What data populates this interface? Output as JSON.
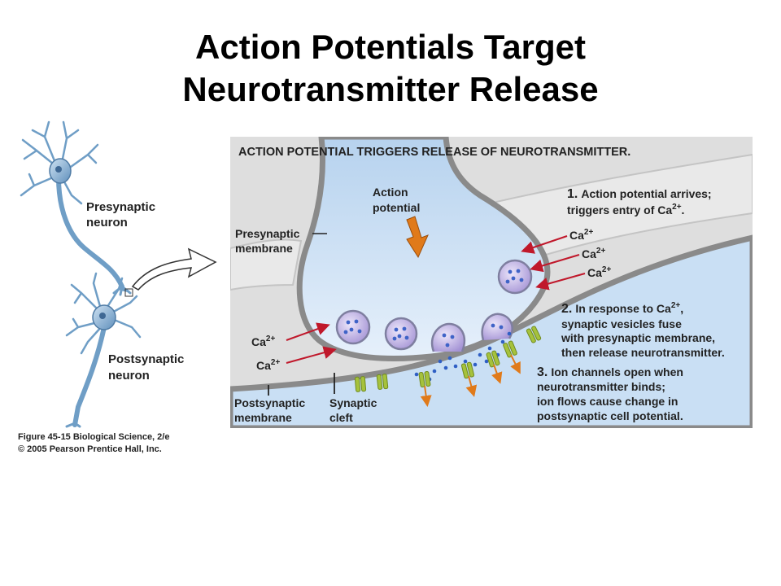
{
  "slide": {
    "title_line1": "Action Potentials Target",
    "title_line2": "Neurotransmitter Release"
  },
  "figure": {
    "heading": "ACTION POTENTIAL TRIGGERS RELEASE OF NEUROTRANSMITTER.",
    "labels": {
      "presynaptic_neuron_1": "Presynaptic",
      "presynaptic_neuron_2": "neuron",
      "postsynaptic_neuron_1": "Postsynaptic",
      "postsynaptic_neuron_2": "neuron",
      "action_potential_1": "Action",
      "action_potential_2": "potential",
      "presynaptic_membrane_1": "Presynaptic",
      "presynaptic_membrane_2": "membrane",
      "postsynaptic_membrane_1": "Postsynaptic",
      "postsynaptic_membrane_2": "membrane",
      "synaptic_cleft_1": "Synaptic",
      "synaptic_cleft_2": "cleft",
      "ion": "Ca",
      "charge": "2+"
    },
    "steps": [
      {
        "number": "1.",
        "lines": [
          "Action potential arrives;",
          "triggers entry of Ca"
        ]
      },
      {
        "number": "2.",
        "lines": [
          "In response to Ca",
          "synaptic vesicles fuse",
          "with presynaptic membrane,",
          "then release neurotransmitter."
        ]
      },
      {
        "number": "3.",
        "lines": [
          "Ion channels open when",
          "neurotransmitter binds;",
          "ion flows cause change in",
          "postsynaptic cell potential."
        ]
      }
    ],
    "step1_end": ".",
    "step2_end": ",",
    "caption_line1": "Figure 45-15  Biological Science, 2/e",
    "caption_line2": "© 2005 Pearson Prentice Hall, Inc."
  },
  "colors": {
    "neuron_blue": "#6f9ec6",
    "cytoplasm": "#c9dff4",
    "membrane_gray": "#8a8a8a",
    "arrow_red": "#c0182b",
    "arrow_orange": "#e07a1a",
    "channel_green": "#a6c23c",
    "vesicle_purple": "#b6a8dc",
    "panel_bg": "#dedede"
  }
}
